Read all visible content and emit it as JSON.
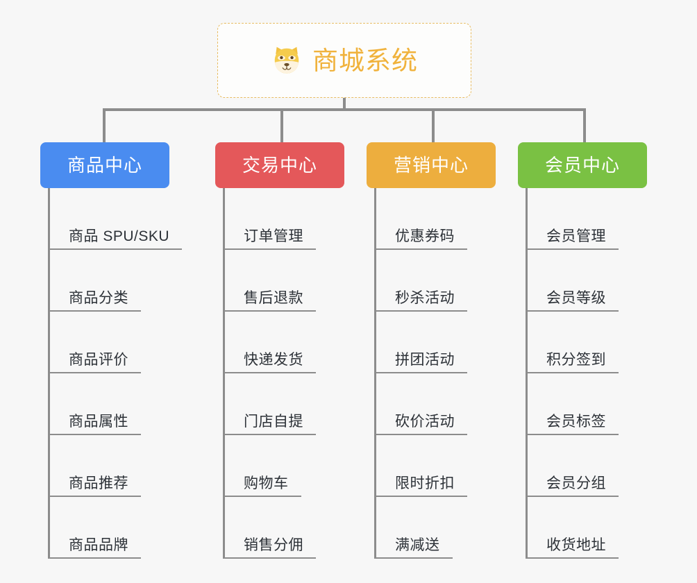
{
  "root": {
    "icon": "shiba-dog-face-emoji",
    "title": "商城系统",
    "accent_color": "#f0b23c",
    "border_color": "#e8bc62"
  },
  "connector_color": "#8c8c8c",
  "background_color": "#f7f7f7",
  "branches": [
    {
      "label": "商品中心",
      "color": "#4a8cf0",
      "leaves": [
        "商品 SPU/SKU",
        "商品分类",
        "商品评价",
        "商品属性",
        "商品推荐",
        "商品品牌"
      ]
    },
    {
      "label": "交易中心",
      "color": "#e4585a",
      "leaves": [
        "订单管理",
        "售后退款",
        "快递发货",
        "门店自提",
        "购物车",
        "销售分佣"
      ]
    },
    {
      "label": "营销中心",
      "color": "#edae3e",
      "leaves": [
        "优惠券码",
        "秒杀活动",
        "拼团活动",
        "砍价活动",
        "限时折扣",
        "满减送"
      ]
    },
    {
      "label": "会员中心",
      "color": "#7ac143",
      "leaves": [
        "会员管理",
        "会员等级",
        "积分签到",
        "会员标签",
        "会员分组",
        "收货地址"
      ]
    }
  ]
}
